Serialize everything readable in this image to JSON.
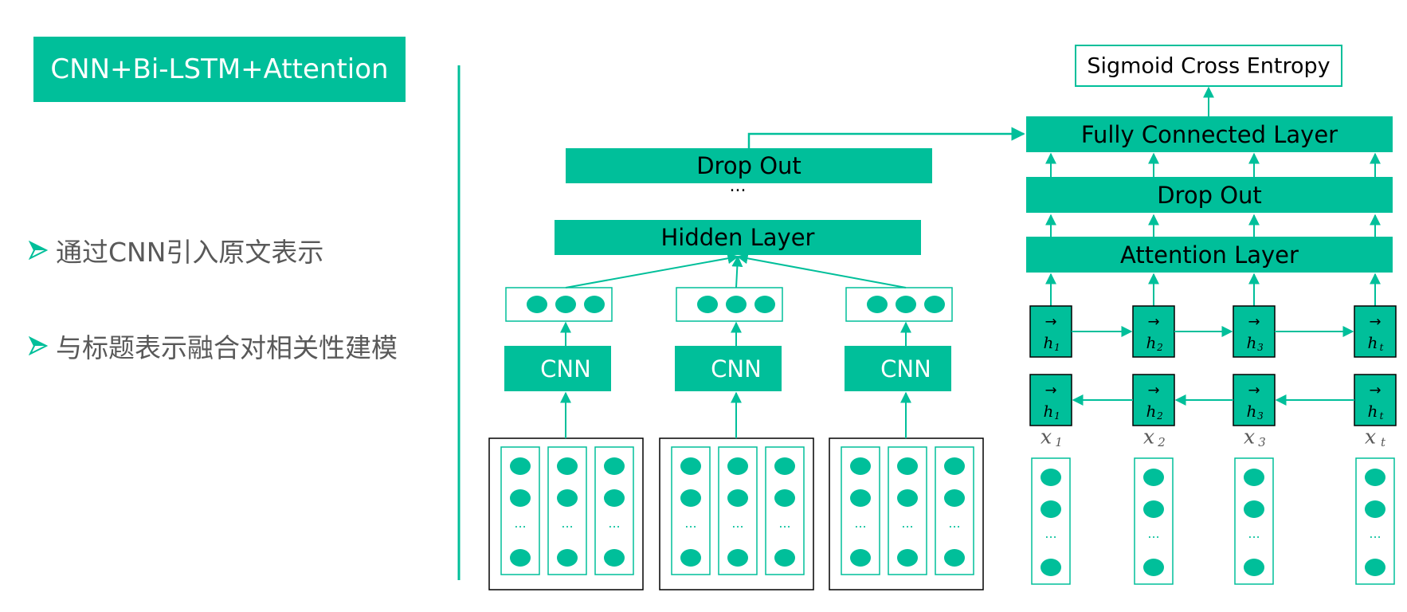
{
  "title": "CNN+Bi-LSTM+Attention",
  "bullets": [
    {
      "icon": "triangle-arrow-icon",
      "text": "通过CNN引入原文表示"
    },
    {
      "icon": "triangle-arrow-icon",
      "text": "与标题表示融合对相关性建模"
    }
  ],
  "colors": {
    "accent": "#00BF9A",
    "text": "#595959",
    "white": "#FFFFFF",
    "frame": "#000000"
  },
  "cnn_branch": {
    "dropout_label": "Drop Out",
    "ellipsis": "···",
    "hidden_label": "Hidden Layer",
    "cnn_labels": [
      "CNN",
      "CNN",
      "CNN"
    ],
    "cell_ellipsis": "···"
  },
  "lstm_branch": {
    "loss_label": "Sigmoid Cross Entropy",
    "fc_label": "Fully Connected Layer",
    "dropout_label": "Drop Out",
    "attention_label": "Attention Layer",
    "hidden_states": [
      {
        "arrow": "→",
        "sym": "h",
        "sub": "1"
      },
      {
        "arrow": "→",
        "sym": "h",
        "sub": "2"
      },
      {
        "arrow": "→",
        "sym": "h",
        "sub": "3"
      },
      {
        "arrow": "→",
        "sym": "h",
        "sub": "t"
      }
    ],
    "inputs": [
      {
        "sym": "x",
        "sub": "1"
      },
      {
        "sym": "x",
        "sub": "2"
      },
      {
        "sym": "x",
        "sub": "3"
      },
      {
        "sym": "x",
        "sub": "t"
      }
    ],
    "cell_ellipsis": "···"
  }
}
